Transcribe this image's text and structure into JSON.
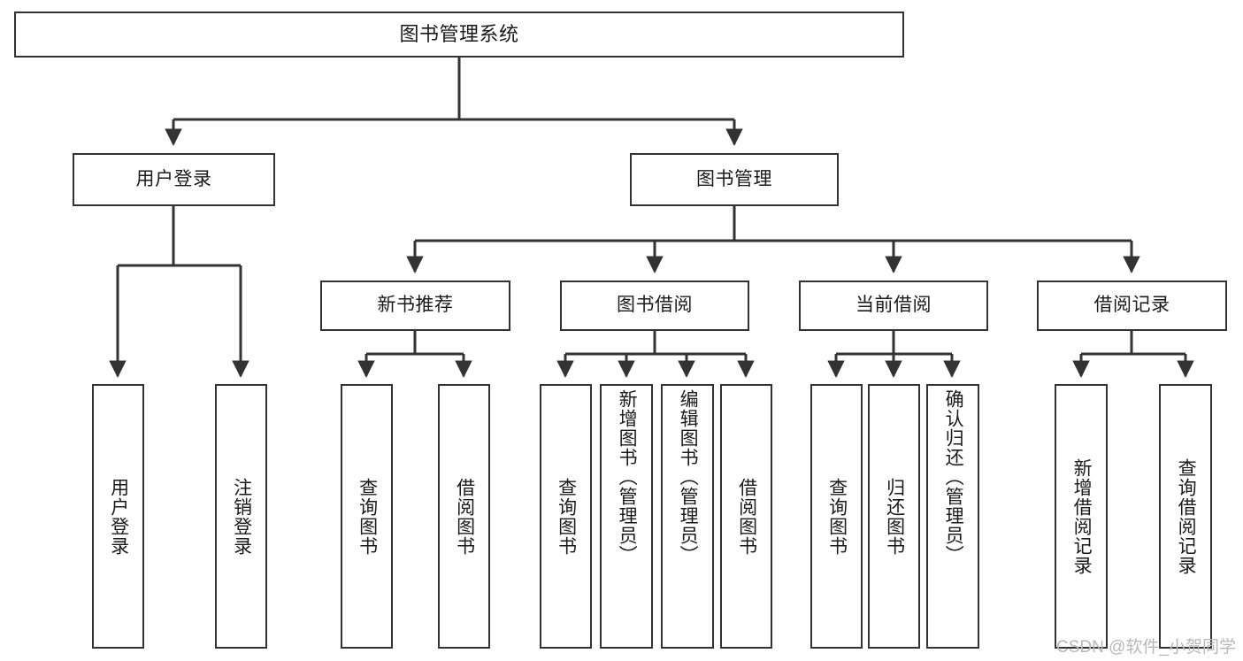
{
  "diagram": {
    "title": "图书管理系统",
    "type": "hierarchy-tree",
    "watermark": "CSDN @软件_小贺同学",
    "colors": {
      "box_border": "#333333",
      "box_fill": "#ffffff",
      "edge": "#333333",
      "text": "#1a1a1a",
      "watermark": "#b8b8b8"
    },
    "nodes": {
      "root": {
        "label": "图书管理系统"
      },
      "level2": [
        {
          "id": "user-login",
          "label": "用户登录"
        },
        {
          "id": "book-manage",
          "label": "图书管理"
        }
      ],
      "level3": [
        {
          "id": "new-book-recommend",
          "label": "新书推荐"
        },
        {
          "id": "book-borrow",
          "label": "图书借阅"
        },
        {
          "id": "current-borrow",
          "label": "当前借阅"
        },
        {
          "id": "borrow-record",
          "label": "借阅记录"
        }
      ],
      "leaves": [
        {
          "id": "leaf-user-login",
          "label": "用户登录",
          "parent": "user-login"
        },
        {
          "id": "leaf-logout",
          "label": "注销登录",
          "parent": "user-login"
        },
        {
          "id": "leaf-query-book-1",
          "label": "查询图书",
          "parent": "new-book-recommend"
        },
        {
          "id": "leaf-borrow-book-1",
          "label": "借阅图书",
          "parent": "new-book-recommend"
        },
        {
          "id": "leaf-query-book-2",
          "label": "查询图书",
          "parent": "book-borrow"
        },
        {
          "id": "leaf-add-book",
          "label": "新增图书（管理员）",
          "parent": "book-borrow"
        },
        {
          "id": "leaf-edit-book",
          "label": "编辑图书（管理员）",
          "parent": "book-borrow"
        },
        {
          "id": "leaf-borrow-book-2",
          "label": "借阅图书",
          "parent": "book-borrow"
        },
        {
          "id": "leaf-query-book-3",
          "label": "查询图书",
          "parent": "current-borrow"
        },
        {
          "id": "leaf-return-book",
          "label": "归还图书",
          "parent": "current-borrow"
        },
        {
          "id": "leaf-confirm-return",
          "label": "确认归还（管理员）",
          "parent": "current-borrow"
        },
        {
          "id": "leaf-add-record",
          "label": "新增借阅记录",
          "parent": "borrow-record"
        },
        {
          "id": "leaf-query-record",
          "label": "查询借阅记录",
          "parent": "borrow-record"
        }
      ]
    }
  }
}
